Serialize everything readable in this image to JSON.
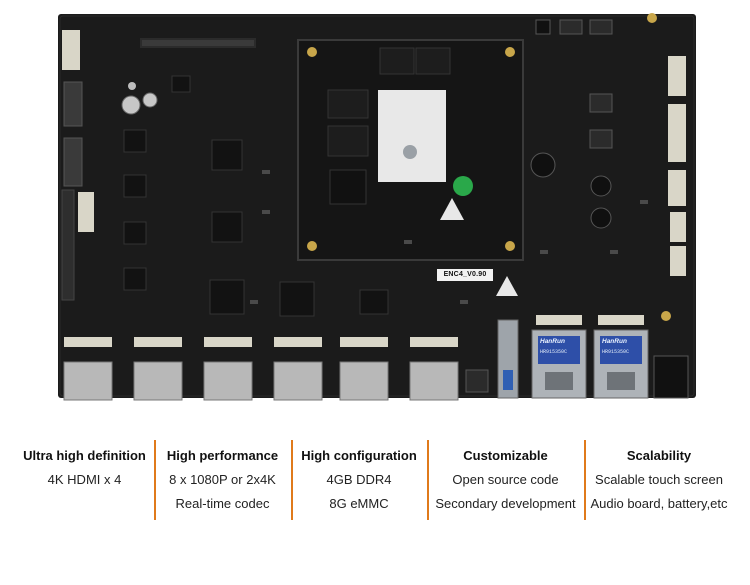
{
  "board": {
    "pcb_label": "ENC4_V0.90",
    "chip_brand": "HanRun",
    "chip_model": "HR915350C"
  },
  "features": [
    {
      "title": "Ultra high definition",
      "lines": [
        "4K HDMI x 4"
      ]
    },
    {
      "title": "High performance",
      "lines": [
        "8 x 1080P or 2x4K",
        "Real-time codec"
      ]
    },
    {
      "title": "High configuration",
      "lines": [
        "4GB DDR4",
        "8G eMMC"
      ]
    },
    {
      "title": "Customizable",
      "lines": [
        "Open source code",
        "Secondary development"
      ]
    },
    {
      "title": "Scalability",
      "lines": [
        "Scalable touch screen",
        "Audio board, battery,etc"
      ]
    }
  ],
  "colors": {
    "accent": "#e07a1b",
    "pcb": "#1c1c1c"
  }
}
